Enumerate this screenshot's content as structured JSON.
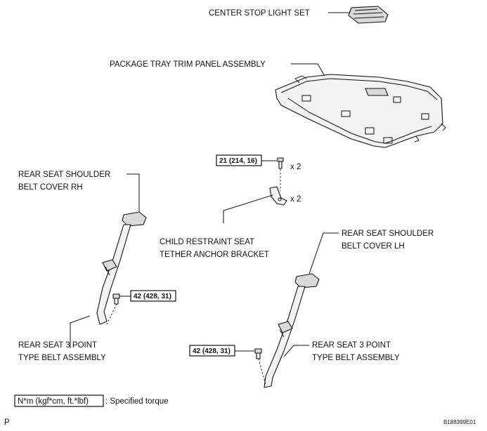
{
  "labels": {
    "center_stop_light": "CENTER STOP LIGHT SET",
    "package_tray": "PACKAGE TRAY TRIM PANEL ASSEMBLY",
    "shoulder_cover_rh_1": "REAR SEAT SHOULDER",
    "shoulder_cover_rh_2": "BELT COVER RH",
    "child_anchor_1": "CHILD RESTRAINT SEAT",
    "child_anchor_2": "TETHER ANCHOR BRACKET",
    "shoulder_cover_lh_1": "REAR SEAT SHOULDER",
    "shoulder_cover_lh_2": "BELT COVER LH",
    "belt_rh_1": "REAR SEAT 3 POINT",
    "belt_rh_2": "TYPE BELT ASSEMBLY",
    "belt_lh_1": "REAR SEAT 3 POINT",
    "belt_lh_2": "TYPE BELT ASSEMBLY"
  },
  "torques": {
    "anchor_bolt": "21 (214, 16)",
    "belt_rh_bolt": "42 (428, 31)",
    "belt_lh_bolt": "42 (428, 31)"
  },
  "quantities": {
    "bolt_qty": "x 2",
    "bracket_qty": "x 2"
  },
  "legend": {
    "unit": "N*m (kgf*cm, ft.*lbf)",
    "text": ": Specified torque"
  },
  "footer": {
    "left_mark": "P",
    "figure_id": "B188399E01"
  }
}
